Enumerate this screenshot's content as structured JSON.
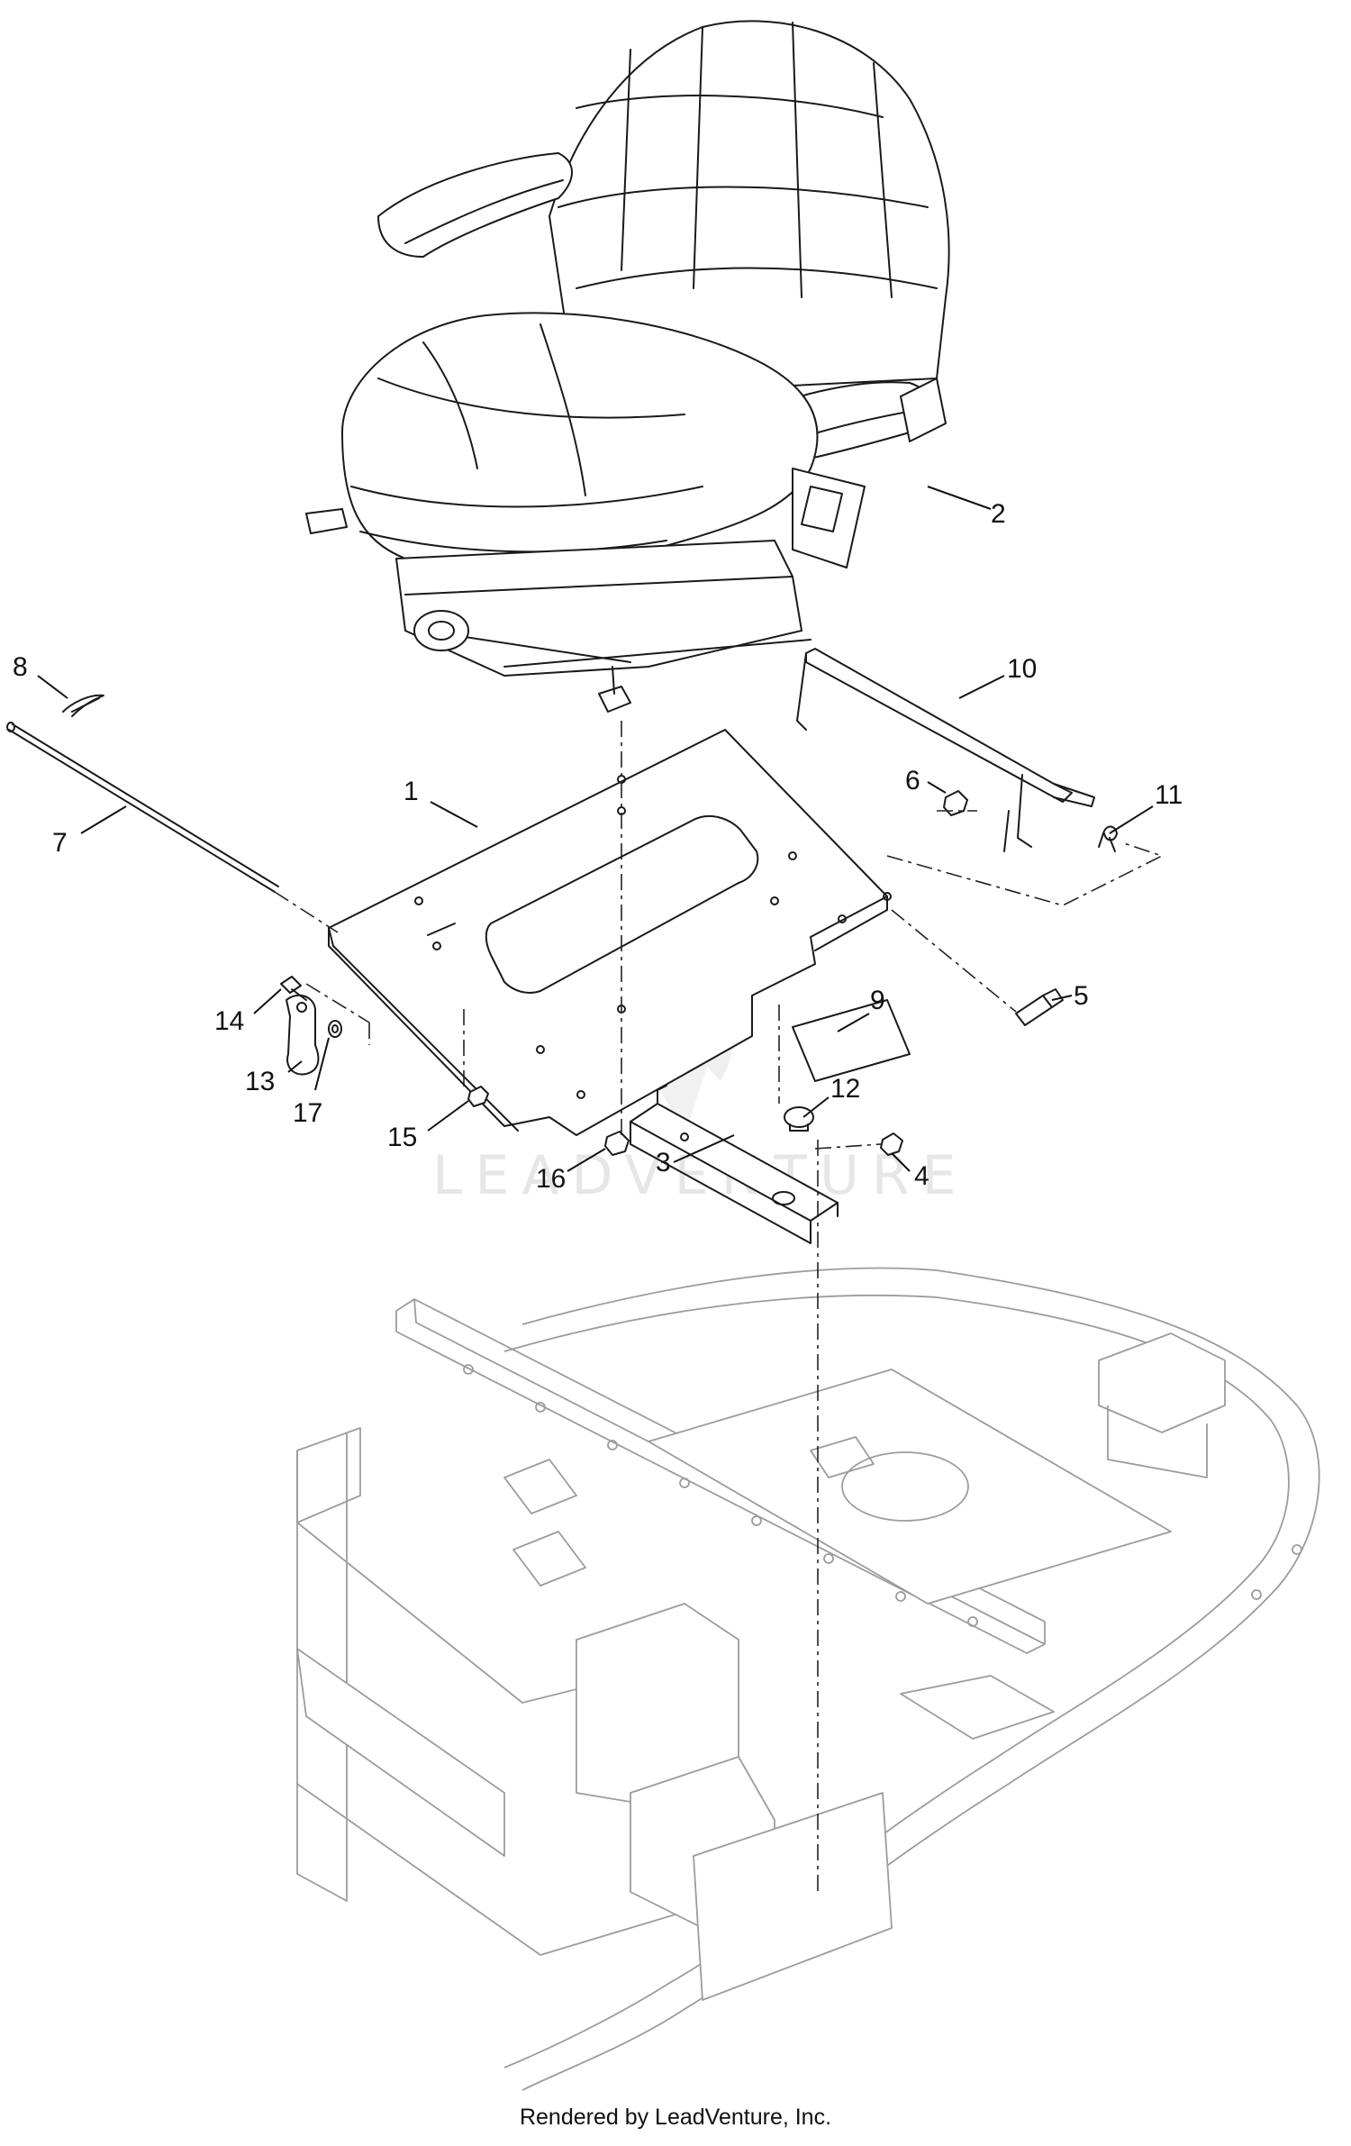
{
  "watermark": {
    "text": "LEADVENTURE"
  },
  "footer": {
    "credit": "Rendered by LeadVenture, Inc."
  },
  "callouts": [
    {
      "id": "c1",
      "label": "1"
    },
    {
      "id": "c2",
      "label": "2"
    },
    {
      "id": "c3",
      "label": "3"
    },
    {
      "id": "c4",
      "label": "4"
    },
    {
      "id": "c5",
      "label": "5"
    },
    {
      "id": "c6",
      "label": "6"
    },
    {
      "id": "c7",
      "label": "7"
    },
    {
      "id": "c8",
      "label": "8"
    },
    {
      "id": "c9",
      "label": "9"
    },
    {
      "id": "c10",
      "label": "10"
    },
    {
      "id": "c11",
      "label": "11"
    },
    {
      "id": "c12",
      "label": "12"
    },
    {
      "id": "c13",
      "label": "13"
    },
    {
      "id": "c14",
      "label": "14"
    },
    {
      "id": "c15",
      "label": "15"
    },
    {
      "id": "c16",
      "label": "16"
    },
    {
      "id": "c17",
      "label": "17"
    }
  ]
}
